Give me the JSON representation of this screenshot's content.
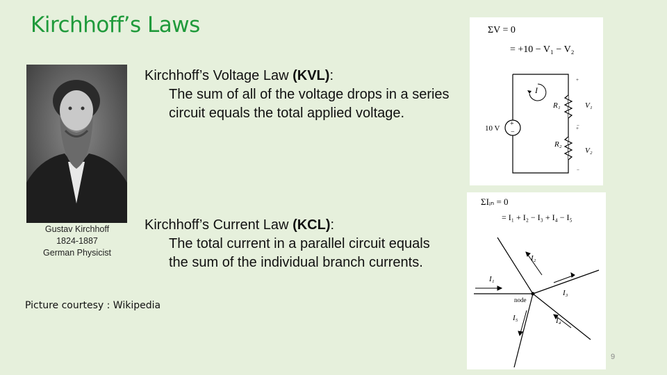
{
  "title": "Kirchhoff’s Laws",
  "portrait": {
    "caption_lines": [
      "Gustav Kirchhoff",
      "1824-1887",
      "German Physicist"
    ]
  },
  "kvl": {
    "head_pre": "Kirchhoff’s Voltage Law ",
    "abbr": "(KVL)",
    "colon": ":",
    "body": "The sum of all of the voltage drops in a series circuit equals the total applied voltage."
  },
  "kcl": {
    "head_pre": "Kirchhoff’s Current Law ",
    "abbr": "(KCL)",
    "colon": ":",
    "body": "The total current in a parallel circuit equals the sum of the individual branch currents."
  },
  "credit": "Picture courtesy : Wikipedia",
  "kvl_figure": {
    "eq1": "ΣV = 0",
    "eq2": "= +10 − V₁ − V₂",
    "source_label": "10 V",
    "current": "I",
    "r1": "R₁",
    "v1": "V₁",
    "r2": "R₂",
    "v2": "V₂"
  },
  "kcl_figure": {
    "eq1": "ΣIᵢₙ = 0",
    "eq2": "= I₁ + I₂ − I₃ + I₄ − I₅",
    "node": "node",
    "i1": "I₁",
    "i2": "I₂",
    "i3": "I₃",
    "i4": "I₄",
    "i5": "I₅"
  },
  "page_number": "9"
}
